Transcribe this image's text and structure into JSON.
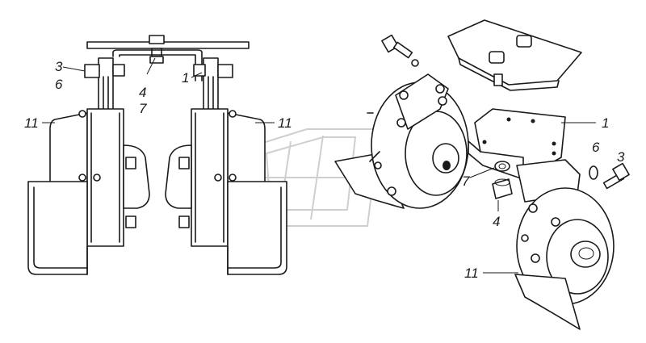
{
  "callouts": {
    "c1": "3",
    "c2": "6",
    "c3": "4",
    "c4": "7",
    "c5": "1",
    "c6": "11",
    "c7": "11",
    "c8": "1",
    "c9": "6",
    "c10": "3",
    "c11": "7",
    "c12": "4",
    "c13": "11"
  }
}
